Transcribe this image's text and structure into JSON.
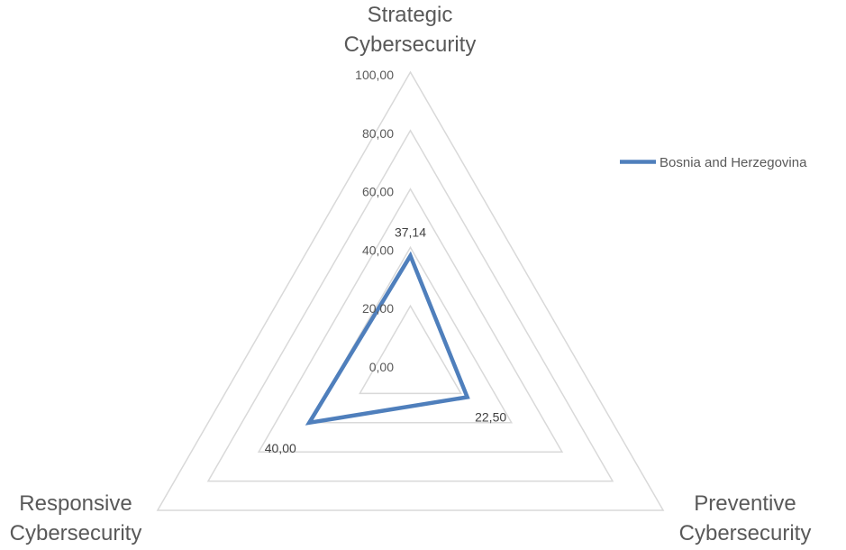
{
  "chart_data": {
    "type": "radar",
    "title": "",
    "axes": [
      {
        "label_lines": [
          "Strategic",
          "Cybersecurity"
        ]
      },
      {
        "label_lines": [
          "Preventive",
          "Cybersecurity"
        ]
      },
      {
        "label_lines": [
          "Responsive",
          "Cybersecurity"
        ]
      }
    ],
    "rlim": [
      0,
      100
    ],
    "ticks": [
      0,
      20,
      40,
      60,
      80,
      100
    ],
    "tick_labels": [
      "0,00",
      "20,00",
      "40,00",
      "60,00",
      "80,00",
      "100,00"
    ],
    "grid": true,
    "legend_position": "top-right",
    "series": [
      {
        "name": "Bosnia and Herzegovina",
        "color": "#4f7fbc",
        "values": [
          37.14,
          22.5,
          40.0
        ],
        "data_labels": [
          "37,14",
          "22,50",
          "40,00"
        ]
      }
    ],
    "grid_color": "#d9d9d9"
  }
}
